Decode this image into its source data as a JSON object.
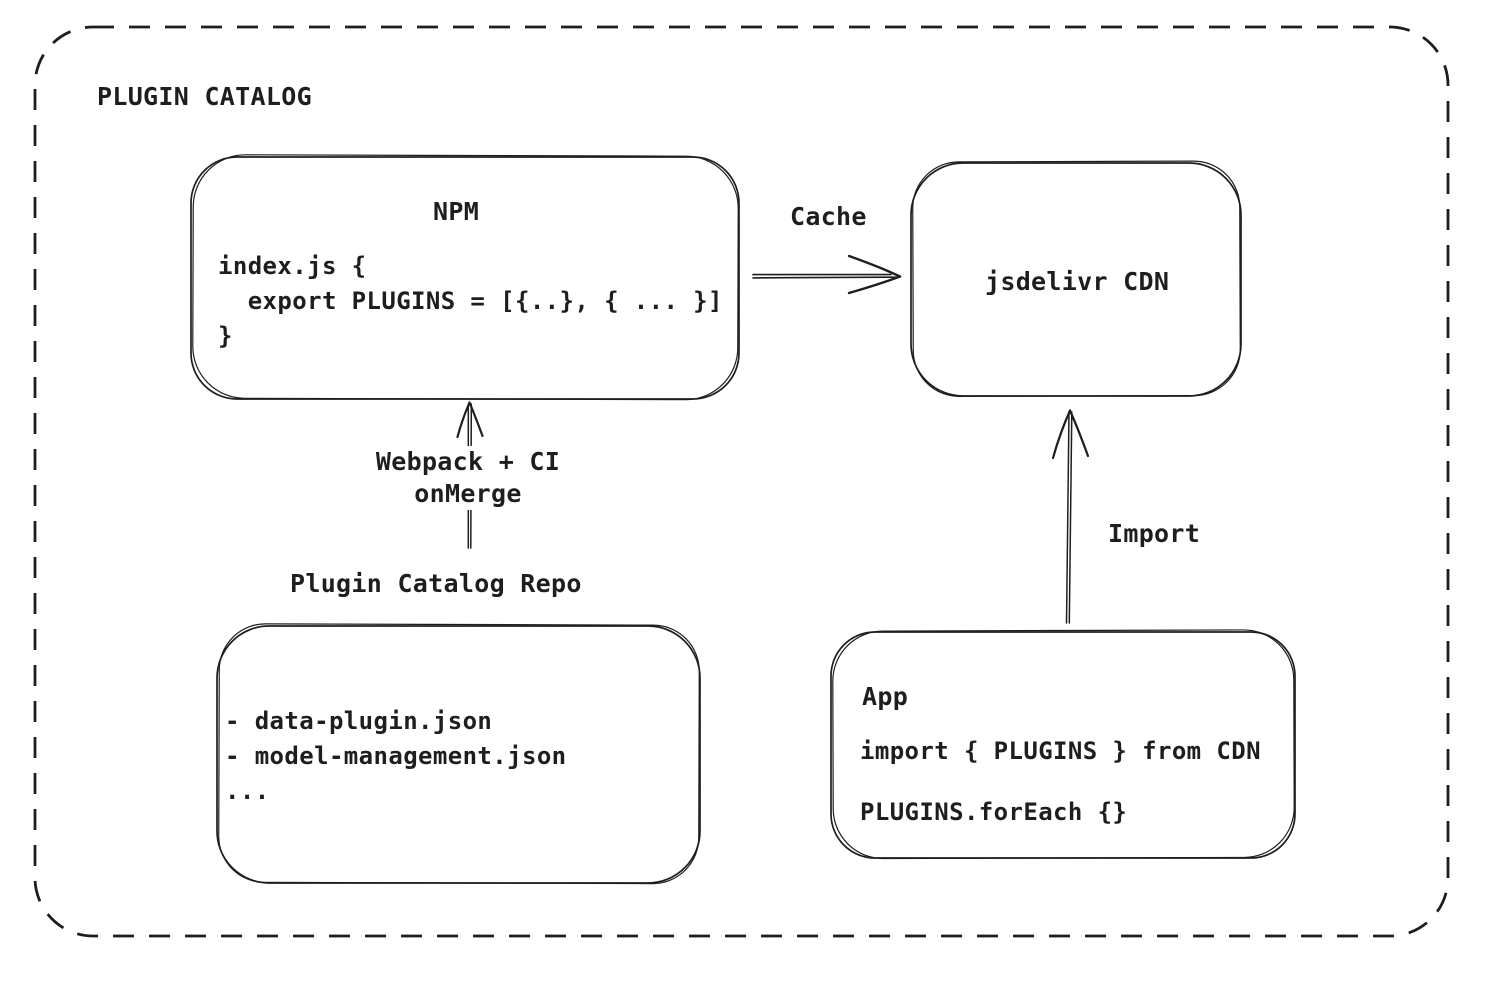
{
  "diagram": {
    "title": "PLUGIN CATALOG",
    "nodes": {
      "npm": {
        "title": "NPM",
        "code": "index.js {\n  export PLUGINS = [{..}, { ... }]\n}"
      },
      "cdn": {
        "title": "jsdelivr CDN"
      },
      "repo": {
        "label": "Plugin Catalog Repo",
        "files": "- data-plugin.json\n- model-management.json\n..."
      },
      "app": {
        "title": "App",
        "line1": "import { PLUGINS } from CDN",
        "line2": "PLUGINS.forEach {}"
      }
    },
    "edges": {
      "cache": {
        "label": "Cache",
        "from": "NPM",
        "to": "jsdelivr CDN"
      },
      "build": {
        "label": "Webpack + CI\nonMerge",
        "from": "Plugin Catalog Repo",
        "to": "NPM"
      },
      "import": {
        "label": "Import",
        "from": "App",
        "to": "jsdelivr CDN"
      }
    },
    "colors": {
      "stroke": "#1e1e1e",
      "background": "#ffffff"
    }
  }
}
